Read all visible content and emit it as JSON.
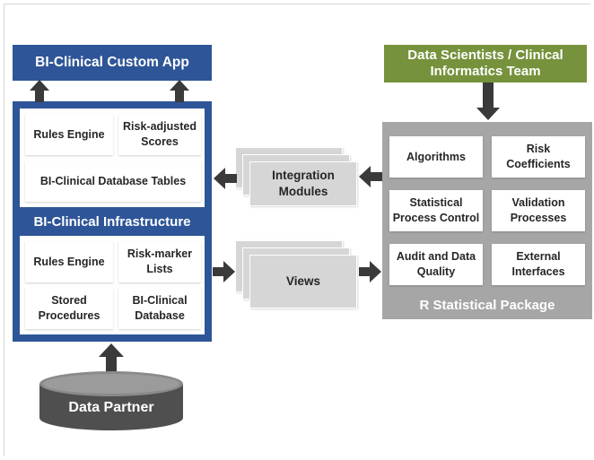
{
  "colors": {
    "blue": "#2e5597",
    "green": "#76923c",
    "gray": "#a6a6a6",
    "arrow": "#3a3a3a",
    "cylinder": "#555555"
  },
  "custom_app": {
    "title": "BI-Clinical Custom App"
  },
  "team": {
    "title": "Data Scientists / Clinical Informatics Team"
  },
  "infrastructure": {
    "label": "BI-Clinical Infrastructure",
    "top_cells": {
      "rules_engine": "Rules Engine",
      "risk_scores": "Risk-adjusted\nScores",
      "db_tables": "BI-Clinical Database Tables"
    },
    "bottom_cells": {
      "rules_engine": "Rules Engine",
      "risk_marker": "Risk-marker\nLists",
      "stored_procedures": "Stored\nProcedures",
      "database": "BI-Clinical\nDatabase"
    }
  },
  "integration": {
    "label": "Integration\nModules"
  },
  "views": {
    "label": "Views"
  },
  "r_package": {
    "label": "R Statistical Package",
    "cells": {
      "algorithms": "Algorithms",
      "risk_coefficients": "Risk\nCoefficients",
      "spc": "Statistical\nProcess Control",
      "validation": "Validation\nProcesses",
      "audit": "Audit and Data\nQuality",
      "external": "External\nInterfaces"
    }
  },
  "data_partner": {
    "label": "Data Partner"
  },
  "icons": {
    "arrow_up": "arrow-up-icon",
    "arrow_down": "arrow-down-icon",
    "arrow_left": "arrow-left-icon",
    "arrow_right": "arrow-right-icon",
    "cylinder": "database-cylinder-icon"
  }
}
